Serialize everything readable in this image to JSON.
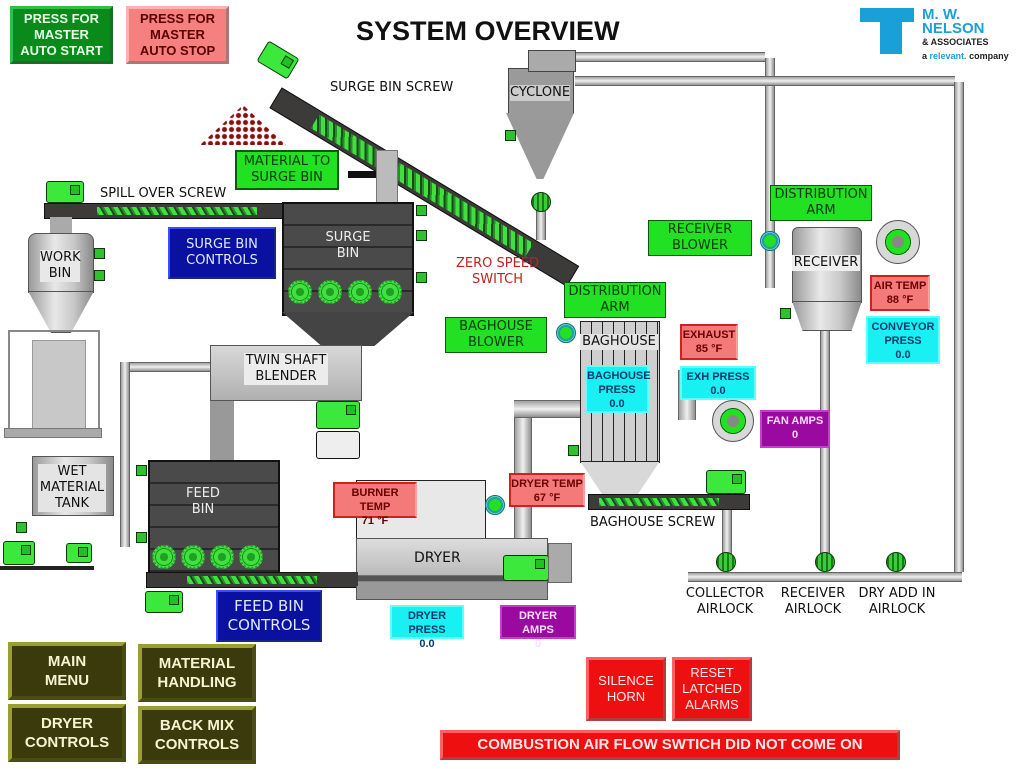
{
  "title": "SYSTEM OVERVIEW",
  "logo": {
    "line1": "M. W.",
    "line2": "NELSON",
    "line3": "& ASSOCIATES",
    "tag_a": "a",
    "tag_relevant": "relevant.",
    "tag_company": "company",
    "brand_color": "#1aa0d8"
  },
  "master_buttons": {
    "auto_start": "PRESS FOR\nMASTER\nAUTO START",
    "auto_stop": "PRESS FOR\nMASTER\nAUTO STOP"
  },
  "equipment_labels": {
    "surge_bin_screw": "SURGE BIN SCREW",
    "cyclone": "CYCLONE",
    "spill_over_screw": "SPILL OVER SCREW",
    "work_bin": "WORK\nBIN",
    "surge_bin": "SURGE\nBIN",
    "zero_speed_switch": "ZERO SPEED\nSWITCH",
    "twin_shaft_blender": "TWIN SHAFT\nBLENDER",
    "wet_material_tank": "WET\nMATERIAL\nTANK",
    "feed_bin": "FEED\nBIN",
    "dryer": "DRYER",
    "baghouse": "BAGHOUSE",
    "baghouse_screw": "BAGHOUSE SCREW",
    "receiver": "RECEIVER",
    "collector_airlock": "COLLECTOR\nAIRLOCK",
    "receiver_airlock": "RECEIVER\nAIRLOCK",
    "dry_add_in_airlock": "DRY ADD IN\nAIRLOCK"
  },
  "status_buttons": {
    "material_to_surge_bin": "MATERIAL TO\nSURGE BIN",
    "receiver_blower": "RECEIVER\nBLOWER",
    "distribution_arm_receiver": "DISTRIBUTION\nARM",
    "distribution_arm_baghouse": "DISTRIBUTION\nARM",
    "baghouse_blower": "BAGHOUSE\nBLOWER"
  },
  "control_buttons": {
    "surge_bin_controls": "SURGE BIN\nCONTROLS",
    "feed_bin_controls": "FEED BIN\nCONTROLS"
  },
  "indicators": {
    "exhaust": {
      "label": "EXHAUST",
      "value": "85 °F"
    },
    "air_temp": {
      "label": "AIR TEMP",
      "value": "88 °F"
    },
    "conveyor_press": {
      "label": "CONVEYOR\nPRESS",
      "value": "0.0"
    },
    "baghouse_press": {
      "label": "BAGHOUSE\nPRESS",
      "value": "0.0"
    },
    "exh_press": {
      "label": "EXH PRESS",
      "value": "0.0"
    },
    "fan_amps": {
      "label": "FAN AMPS",
      "value": "0"
    },
    "burner_temp": {
      "label": "BURNER TEMP",
      "value": "71 °F"
    },
    "dryer_temp": {
      "label": "DRYER TEMP",
      "value": "67 °F"
    },
    "dryer_press": {
      "label": "DRYER PRESS",
      "value": "0.0"
    },
    "dryer_amps": {
      "label": "DRYER AMPS",
      "value": "0"
    }
  },
  "nav_buttons": {
    "main_menu": "MAIN\nMENU",
    "material_handling": "MATERIAL\nHANDLING",
    "dryer_controls": "DRYER\nCONTROLS",
    "back_mix_controls": "BACK MIX\nCONTROLS"
  },
  "alarm_buttons": {
    "silence_horn": "SILENCE\nHORN",
    "reset_latched_alarms": "RESET\nLATCHED\nALARMS"
  },
  "alarm_banner": "COMBUSTION AIR FLOW SWTICH DID NOT COME ON",
  "colors": {
    "running_green": "#22e022",
    "alarm_red": "#ee1010",
    "temp_red": "#f47a7a",
    "press_cyan": "#18f0f4",
    "amps_purple": "#9a0aa0",
    "controls_navy": "#0a10a0",
    "nav_olive": "#3a3a0c"
  }
}
